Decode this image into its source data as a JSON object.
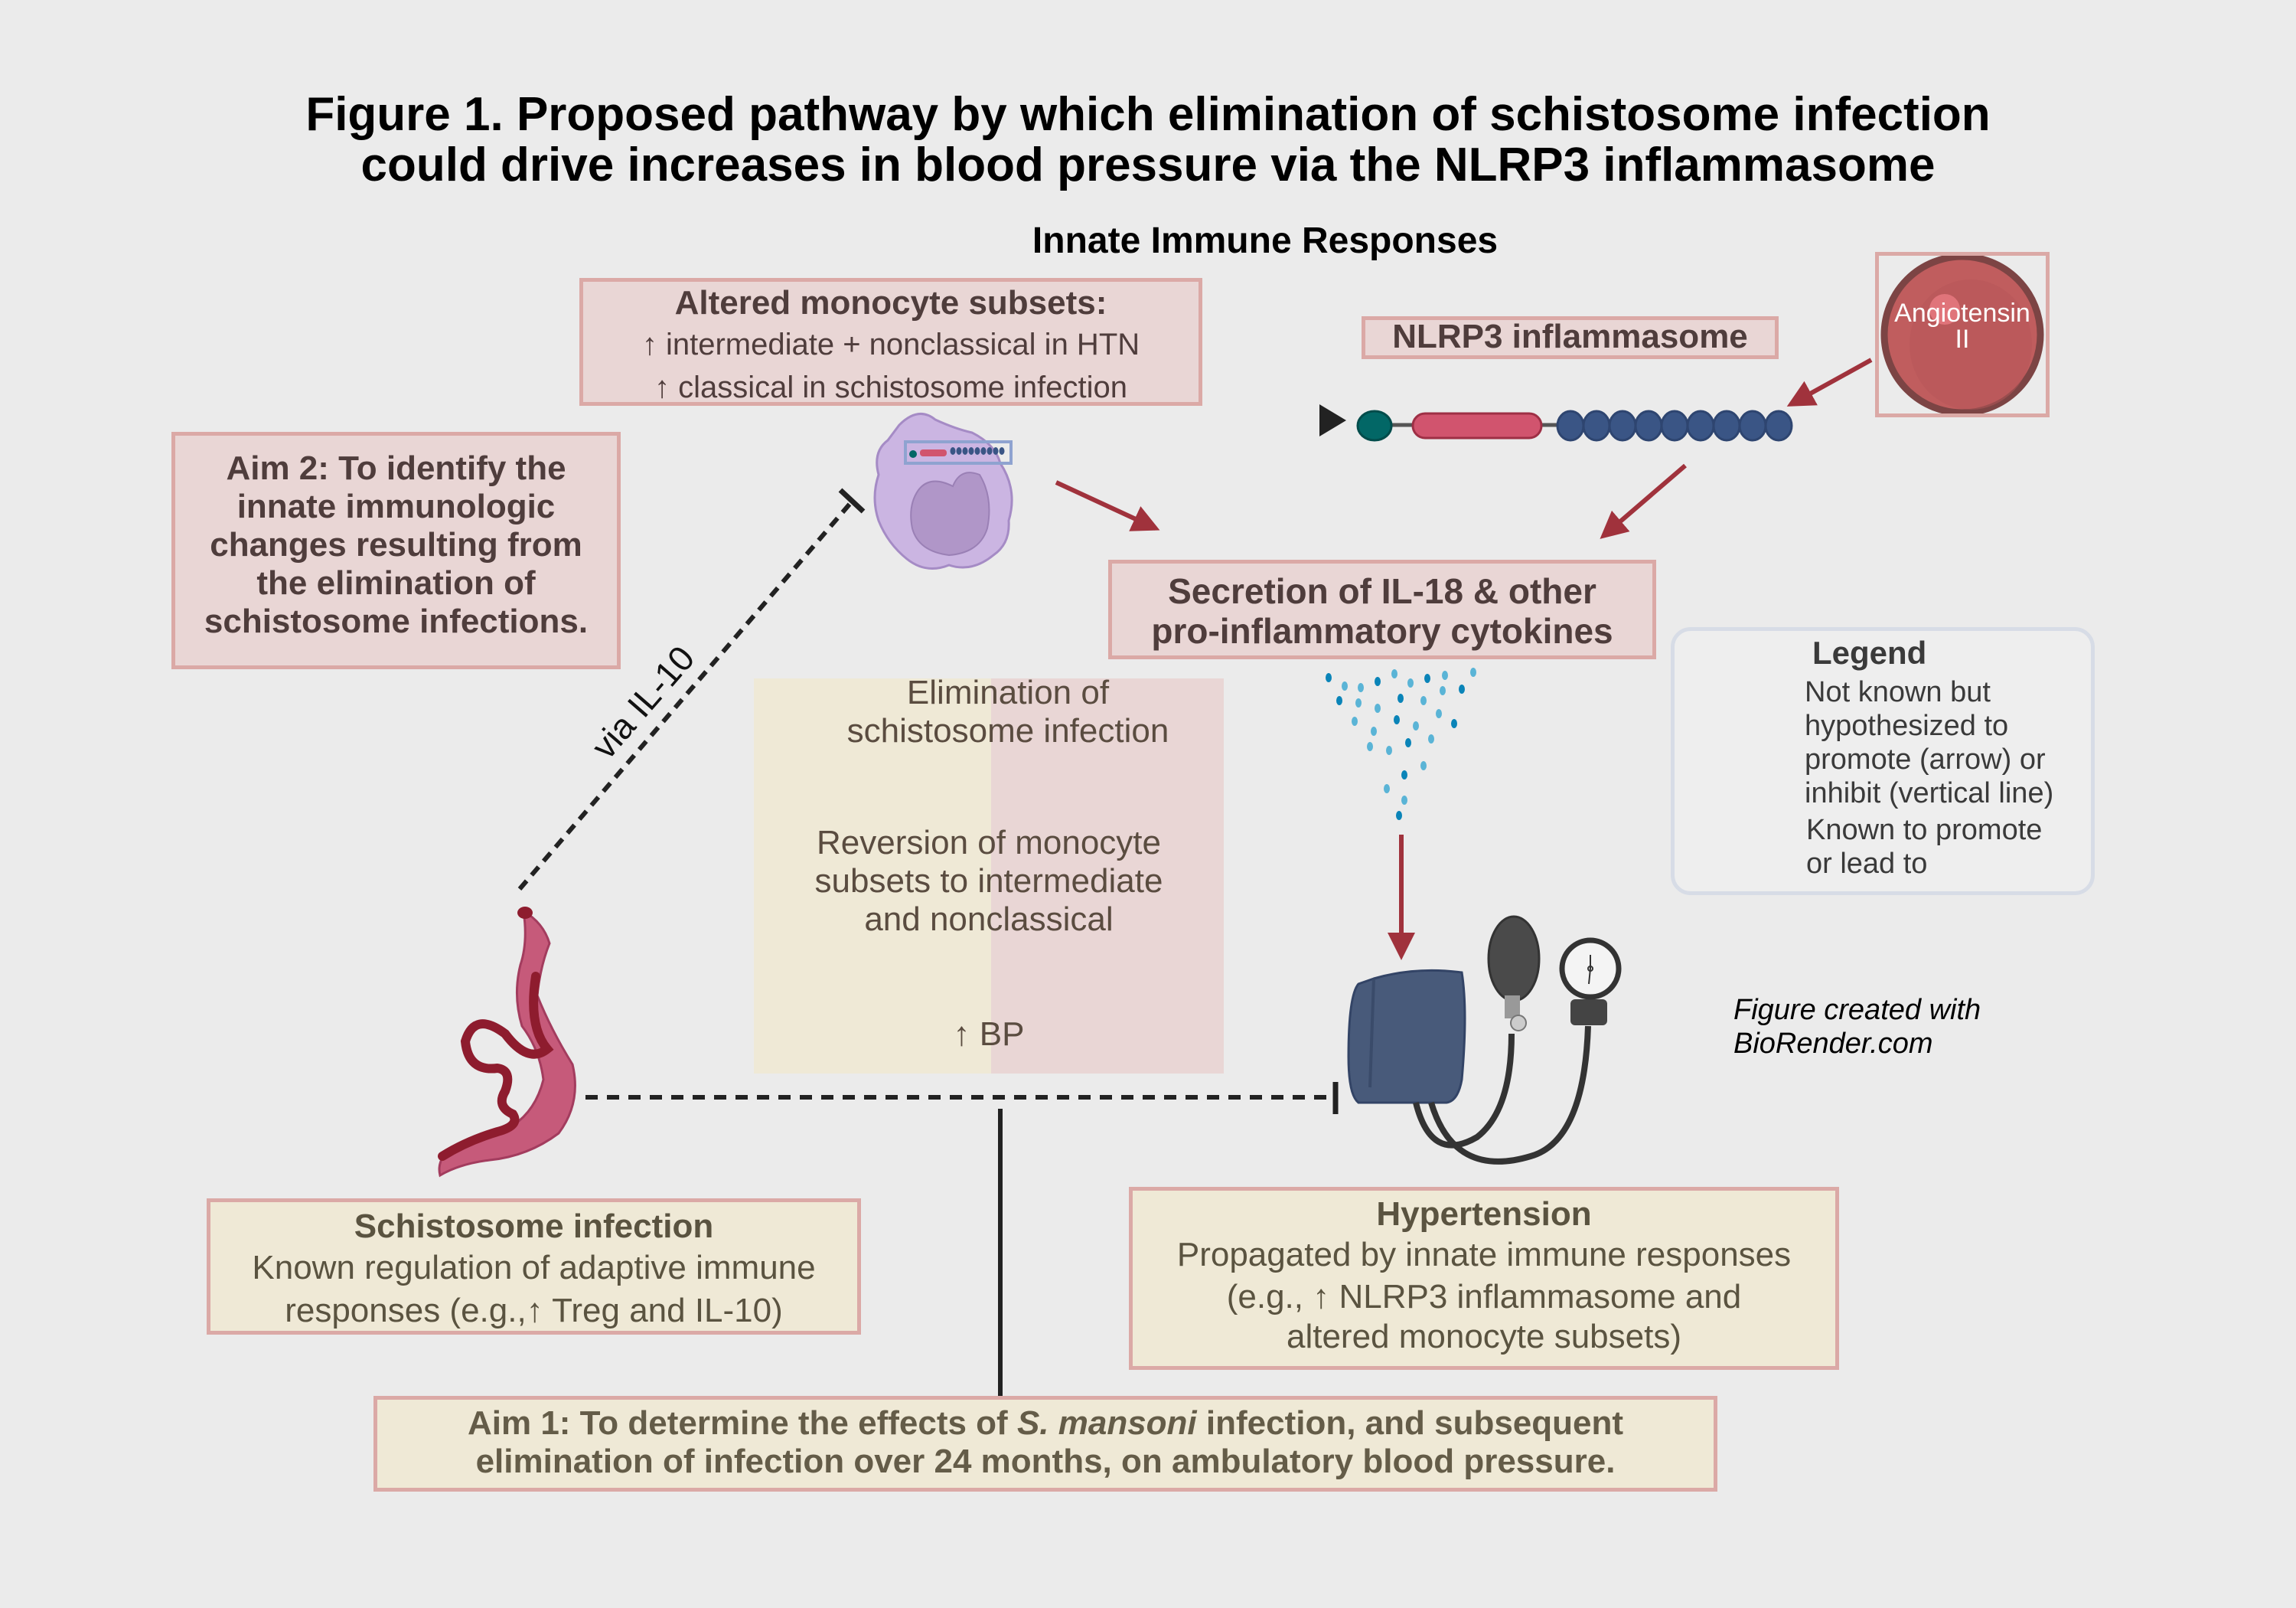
{
  "title": {
    "line1": "Figure 1. Proposed pathway by which elimination of schistosome infection",
    "line2": "could drive increases in blood pressure via the NLRP3 inflammasome"
  },
  "section_heading": "Innate Immune Responses",
  "monocyte_box": {
    "heading": "Altered monocyte subsets:",
    "line1": "↑ intermediate + nonclassical in HTN",
    "line2": "↑ classical in schistosome infection"
  },
  "nlrp3_label": "NLRP3 inflammasome",
  "angiotensin": {
    "line1": "Angiotensin",
    "line2": "II"
  },
  "aim2": {
    "lines": [
      "Aim 2: To identify the",
      "innate immunologic",
      "changes resulting from",
      "the elimination of",
      "schistosome infections."
    ]
  },
  "secretion_box": {
    "line1": "Secretion of IL-18 & other",
    "line2": "pro-inflammatory cytokines"
  },
  "via_label": "via IL-10",
  "center_flow": {
    "step1_line1": "Elimination of",
    "step1_line2": "schistosome infection",
    "step2_line1": "Reversion of monocyte",
    "step2_line2": "subsets to intermediate",
    "step2_line3": "and nonclassical",
    "step3": "↑ BP"
  },
  "legend": {
    "title": "Legend",
    "hypothesized": [
      "Not known but",
      "hypothesized to",
      "promote (arrow) or",
      "inhibit (vertical line)"
    ],
    "known": [
      "Known to promote",
      "or lead to"
    ]
  },
  "credit": {
    "line1": "Figure created with",
    "line2": "BioRender.com"
  },
  "schisto_box": {
    "heading": "Schistosome infection",
    "line1": "Known regulation of adaptive immune",
    "line2": "responses (e.g.,↑ Treg and IL-10)"
  },
  "htn_box": {
    "heading": "Hypertension",
    "line1": "Propagated by innate immune responses",
    "line2": "(e.g., ↑ NLRP3 inflammasome and",
    "line3": "altered monocyte subsets)"
  },
  "aim1": {
    "line1_pre": "Aim 1: To determine the effects of ",
    "line1_italic": "S. mansoni",
    "line1_post": " infection, and subsequent",
    "line2": "elimination of infection over 24 months, on ambulatory blood pressure."
  },
  "colors": {
    "background": "#ebebeb",
    "pink_box": "#e9d6d5",
    "cream_box": "#efe9d6",
    "box_border": "#dba9a6",
    "known_arrow": "#a0323c",
    "dashed": "#222222"
  }
}
